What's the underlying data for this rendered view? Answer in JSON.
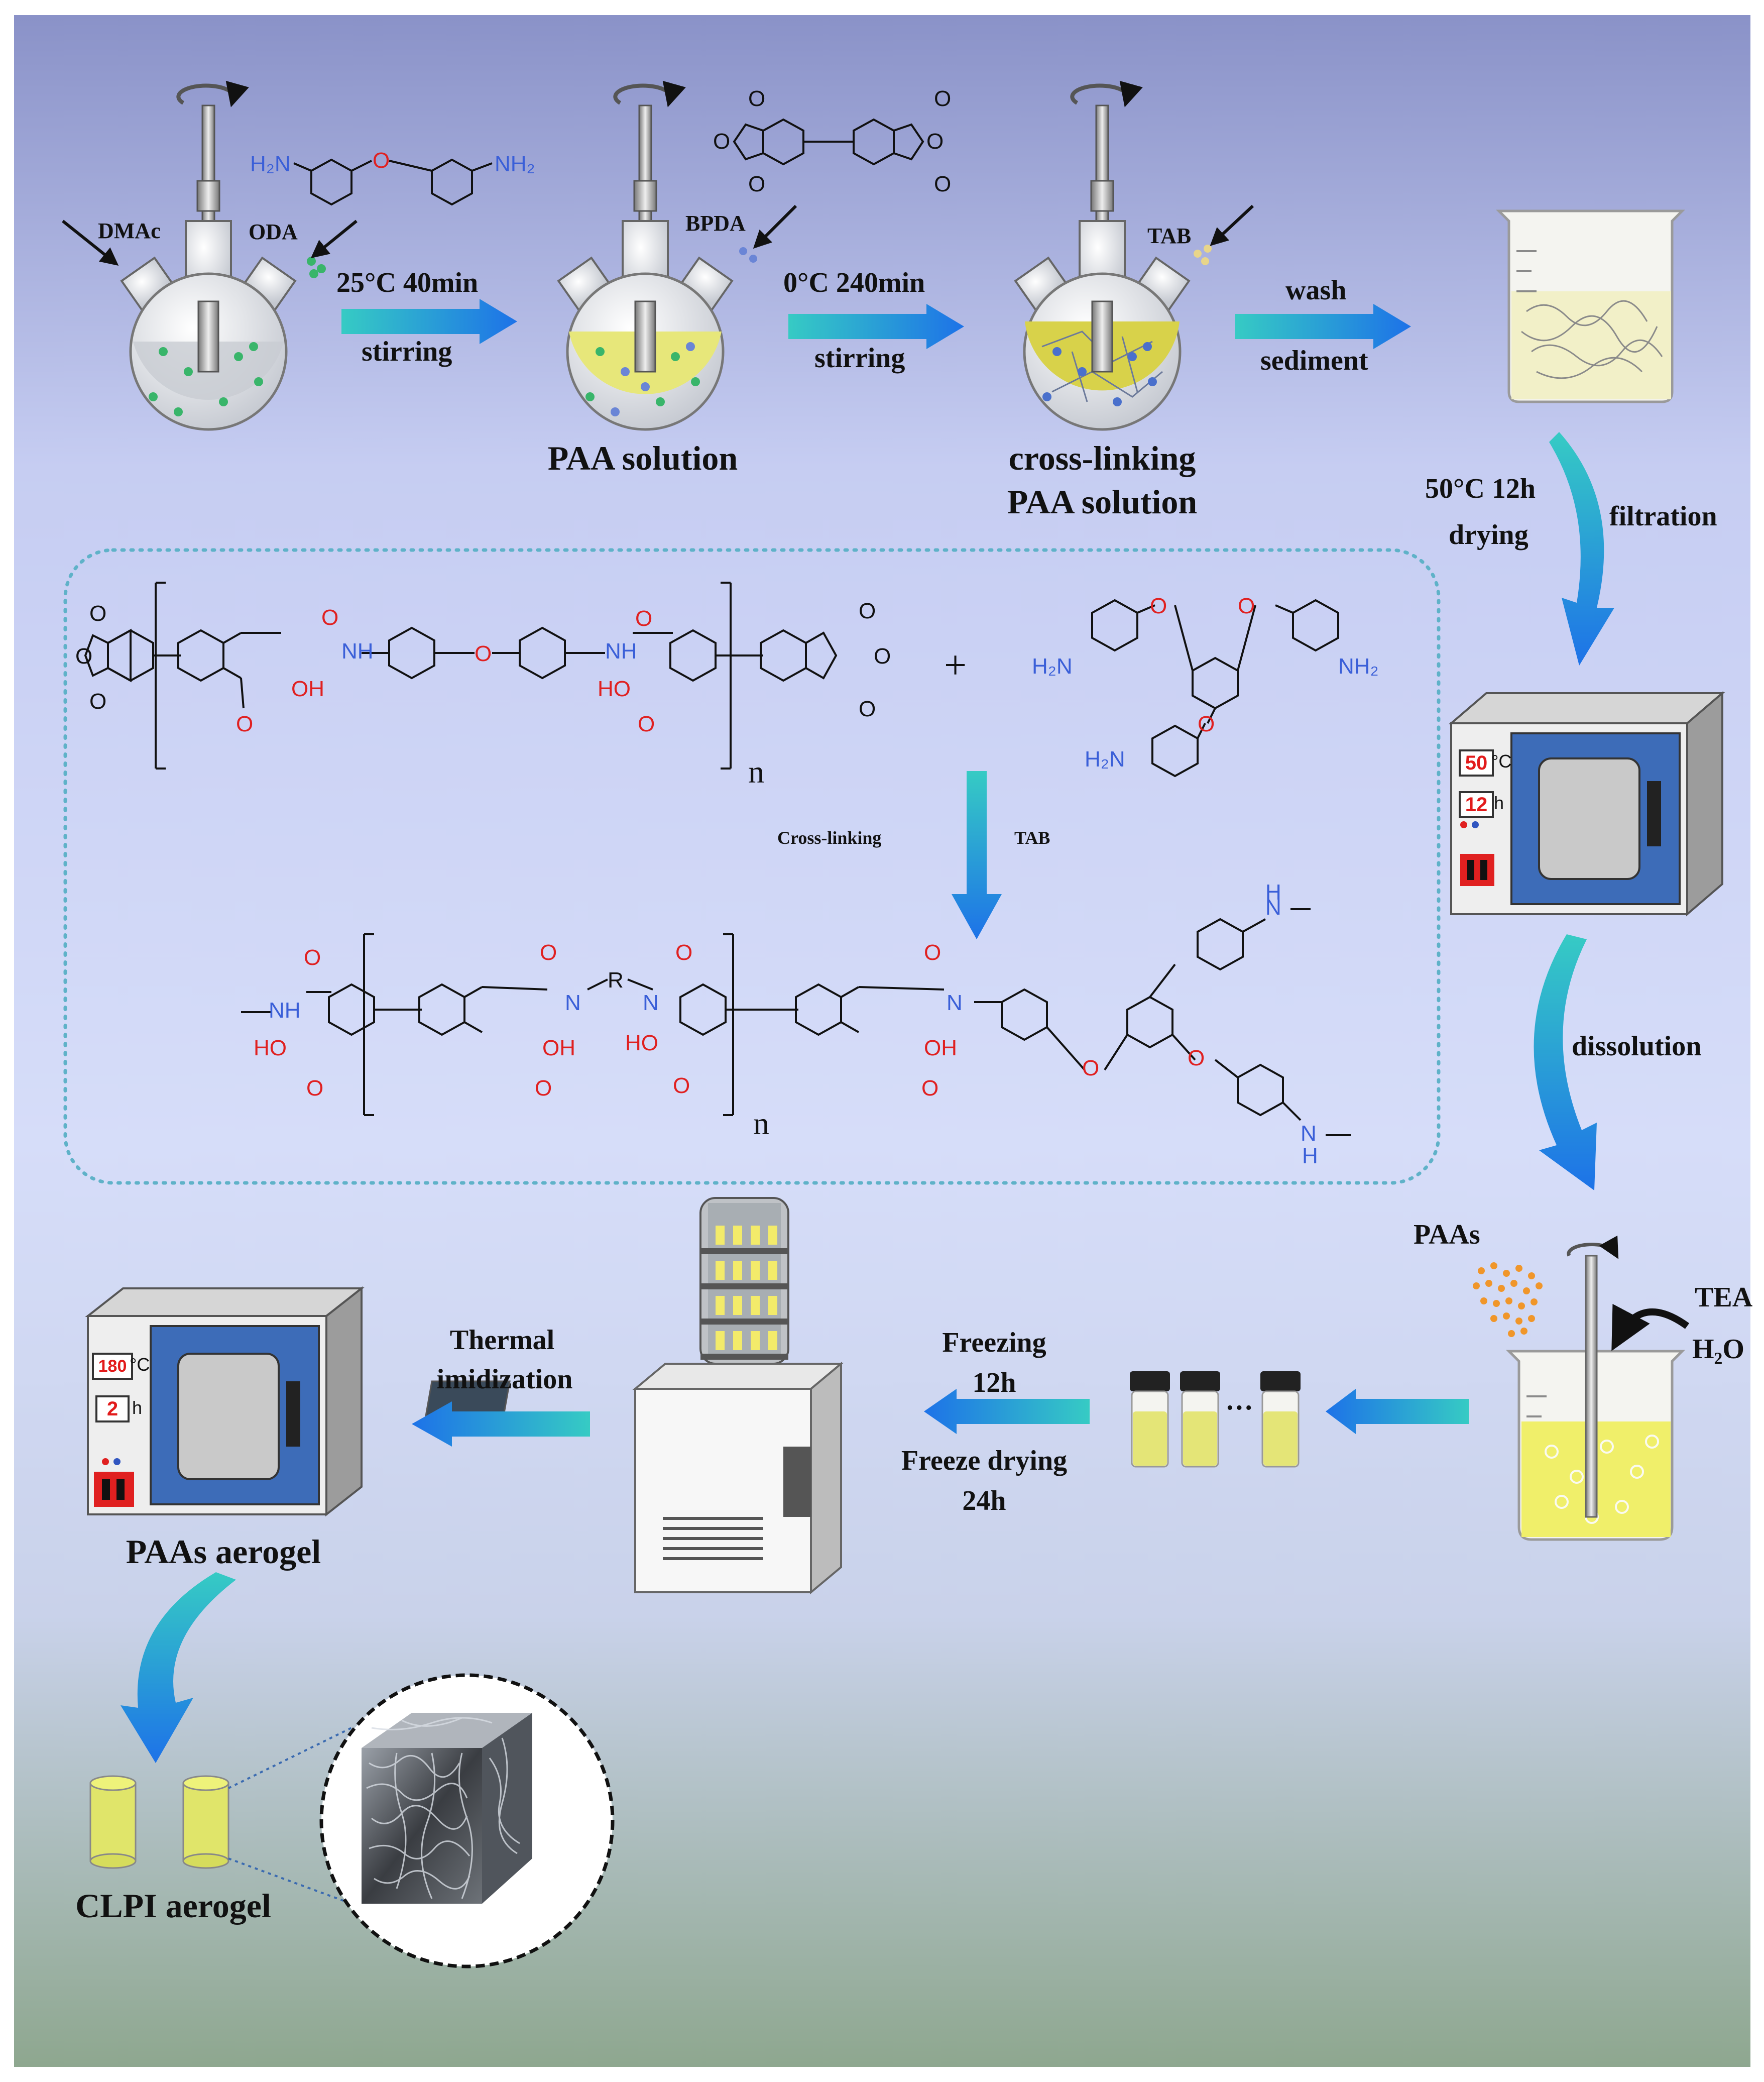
{
  "reagents": {
    "dmac": "DMAc",
    "oda": "ODA",
    "bpda": "BPDA",
    "tab": "TAB"
  },
  "steps": {
    "step1_top": "25°C  40min",
    "step1_bottom": "stirring",
    "step2_top": "0°C  240min",
    "step2_bottom": "stirring",
    "step3_top": "wash",
    "step3_bottom": "sediment",
    "drying_1": "50°C  12h",
    "drying_2": "drying",
    "filtration": "filtration",
    "dissolution": "dissolution",
    "freezing_1": "Freezing",
    "freezing_2": "12h",
    "freeze_drying_1": "Freeze drying",
    "freeze_drying_2": "24h",
    "thermal_1": "Thermal",
    "thermal_2": "imidization",
    "tea": "TEA",
    "h2o": "H₂O",
    "paas_particles": "PAAs",
    "vials_ellipsis": "···"
  },
  "products": {
    "paa_solution": "PAA  solution",
    "crosslink_1": "cross-linking",
    "crosslink_2": "PAA  solution",
    "paas_aerogel": "PAAs aerogel",
    "clpi_aerogel": "CLPI aerogel"
  },
  "reaction": {
    "crosslinking": "Cross-linking",
    "tab": "TAB",
    "plus": "+",
    "n1": "n",
    "n2": "n",
    "r": "R"
  },
  "chem_labels": {
    "nh2": "NH₂",
    "h2n": "H₂N",
    "o": "O",
    "oh": "OH",
    "ho": "HO",
    "nh": "NH",
    "n": "N",
    "h": "H"
  },
  "ovens": {
    "oven1_temp": "50",
    "oven1_temp_unit": "°C",
    "oven1_time": "12",
    "oven1_time_unit": "h",
    "oven2_temp": "180",
    "oven2_temp_unit": "°C",
    "oven2_time": "2",
    "oven2_time_unit": "h"
  },
  "colors": {
    "bg_top": "#8c93c9",
    "bg_mid": "#d4dcf8",
    "bg_bottom": "#8fa890",
    "arrow_start": "#34c9c2",
    "arrow_end": "#1e73e8",
    "yellow_solution": "#e8ea7a",
    "oven_blue": "#3d6cb8",
    "dotted_box": "#5fb2c8"
  }
}
